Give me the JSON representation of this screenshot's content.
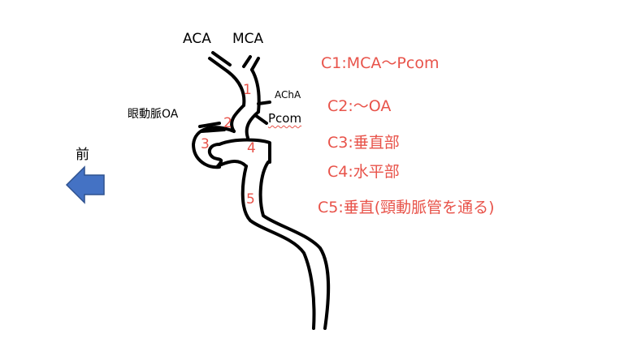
{
  "labels": {
    "aca": "ACA",
    "mca": "MCA",
    "acha": "AChA",
    "pcom": "Pcom",
    "oa": "眼動脈OA",
    "anterior": "前"
  },
  "segments": {
    "s1": "1",
    "s2": "2",
    "s3": "3",
    "s4": "4",
    "s5": "5"
  },
  "legend": {
    "c1": "C1:MCA～Pcom",
    "c2": "C2:～OA",
    "c3": "C3:垂直部",
    "c4": "C4:水平部",
    "c5": "C5:垂直(頸動脈管を通る)"
  },
  "colors": {
    "segment_text": "#e8534a",
    "arrow_fill": "#4472c4",
    "arrow_stroke": "#2f528f",
    "vessel_stroke": "#000000"
  },
  "icons": {
    "direction": "left-arrow-icon"
  }
}
